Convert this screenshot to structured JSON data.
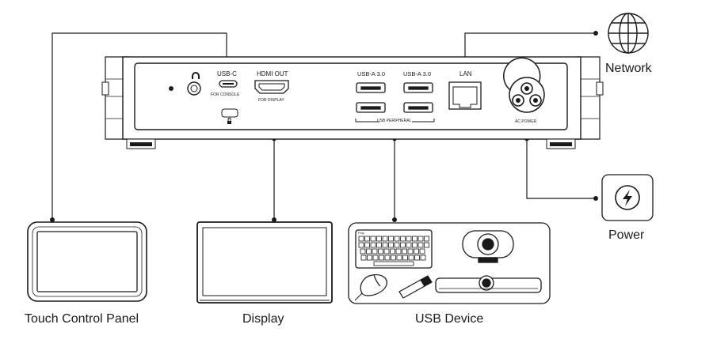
{
  "device": {
    "ports": {
      "usb_c": "USB-C",
      "usb_c_sub": "FOR CONSOLE",
      "hdmi": "HDMI OUT",
      "hdmi_sub": "FOR DISPLAY",
      "usb_a_left": "USB-A 3.0",
      "usb_a_right": "USB-A 3.0",
      "usb_peripheral": "USB PERIPHERAL",
      "lan": "LAN",
      "ac_power": "AC POWER"
    }
  },
  "peripherals": {
    "network": "Network",
    "power": "Power",
    "touch_panel": "Touch Control Panel",
    "display": "Display",
    "usb_device": "USB Device",
    "keyboard_brand": "Poly"
  }
}
